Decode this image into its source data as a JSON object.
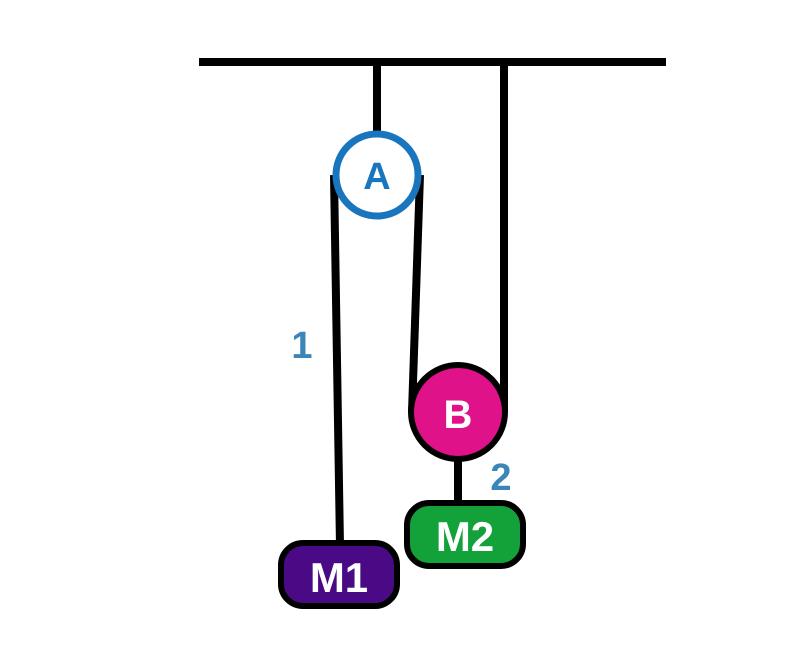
{
  "pulleys": {
    "a": {
      "label": "A",
      "color": "#1976be"
    },
    "b": {
      "label": "B",
      "color": "#e0128a"
    }
  },
  "masses": {
    "m1": {
      "label": "M1",
      "color": "#4a0a85"
    },
    "m2": {
      "label": "M2",
      "color": "#13a23a"
    }
  },
  "ropes": {
    "rope1_label": "1",
    "rope2_label": "2",
    "label_color": "#3a86b8"
  }
}
